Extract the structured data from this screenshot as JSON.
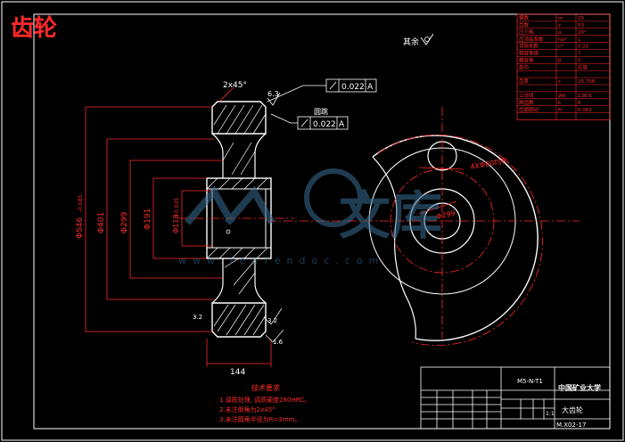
{
  "header": {
    "title": "齿轮"
  },
  "colors": {
    "background": "#000000",
    "lines": "#ffffff",
    "dims": "#ff2a2a",
    "watermark": "#3a6e94"
  },
  "roughness": {
    "other_label": "其余",
    "symbol": "check-mark"
  },
  "dimensions": {
    "chamfer": "2x45°",
    "roughness_top": "6.3",
    "runout_top": "0.022",
    "runout_top_ref": "A",
    "runout_mid_label": "圆跳",
    "runout_mid": "0.022",
    "runout_mid_ref": "A",
    "dia_outer": "Φ546",
    "dia_outer_tol": "-0.085",
    "dia_401": "Φ401",
    "dia_299": "Φ299",
    "dia_191": "Φ191",
    "dia_bore": "Φ118",
    "dia_bore_tol": "+0.035",
    "rough_bottom_left": "3.2",
    "rough_bottom_right": "3.2",
    "rough_bottom_small": "1.6",
    "width": "144",
    "holes_label": "4XΦ80均布",
    "dia_299_circle": "Φ299"
  },
  "tech_requirements": {
    "title": "技术要求",
    "lines": [
      "1.调质处理, 调质硬度280HRC。",
      "2.未注倒角为2x45°",
      "3.未注圆角半径为R=3mm。"
    ]
  },
  "title_block": {
    "code": "M5-N-T1",
    "school": "中国矿业大学",
    "part_name": "大齿轮",
    "scale": "1:1",
    "drawing_no": "M.X02-17"
  },
  "param_table": {
    "rows": [
      [
        "模数",
        "m",
        "10"
      ],
      [
        "齿数",
        "z",
        "53"
      ],
      [
        "压力角",
        "α",
        "20°"
      ],
      [
        "齿顶高系数",
        "ha*",
        "1"
      ],
      [
        "顶隙系数",
        "c*",
        "0.25"
      ],
      [
        "精度等级",
        "",
        "7"
      ],
      [
        "螺旋角",
        "β",
        "0"
      ],
      [
        "旋向",
        "",
        "右旋"
      ],
      [
        "",
        "",
        ""
      ],
      [
        "齿厚",
        "s",
        "15.708"
      ],
      [
        "",
        "",
        ""
      ],
      [
        "公法线",
        "Wk",
        "138.6"
      ],
      [
        "跨齿数",
        "k",
        "6"
      ],
      [
        "齿圈跳动",
        "Fr",
        "0.063"
      ],
      [
        "",
        "",
        ""
      ]
    ]
  },
  "watermark": {
    "text": "文库",
    "url": "www.renrendoc.com"
  }
}
